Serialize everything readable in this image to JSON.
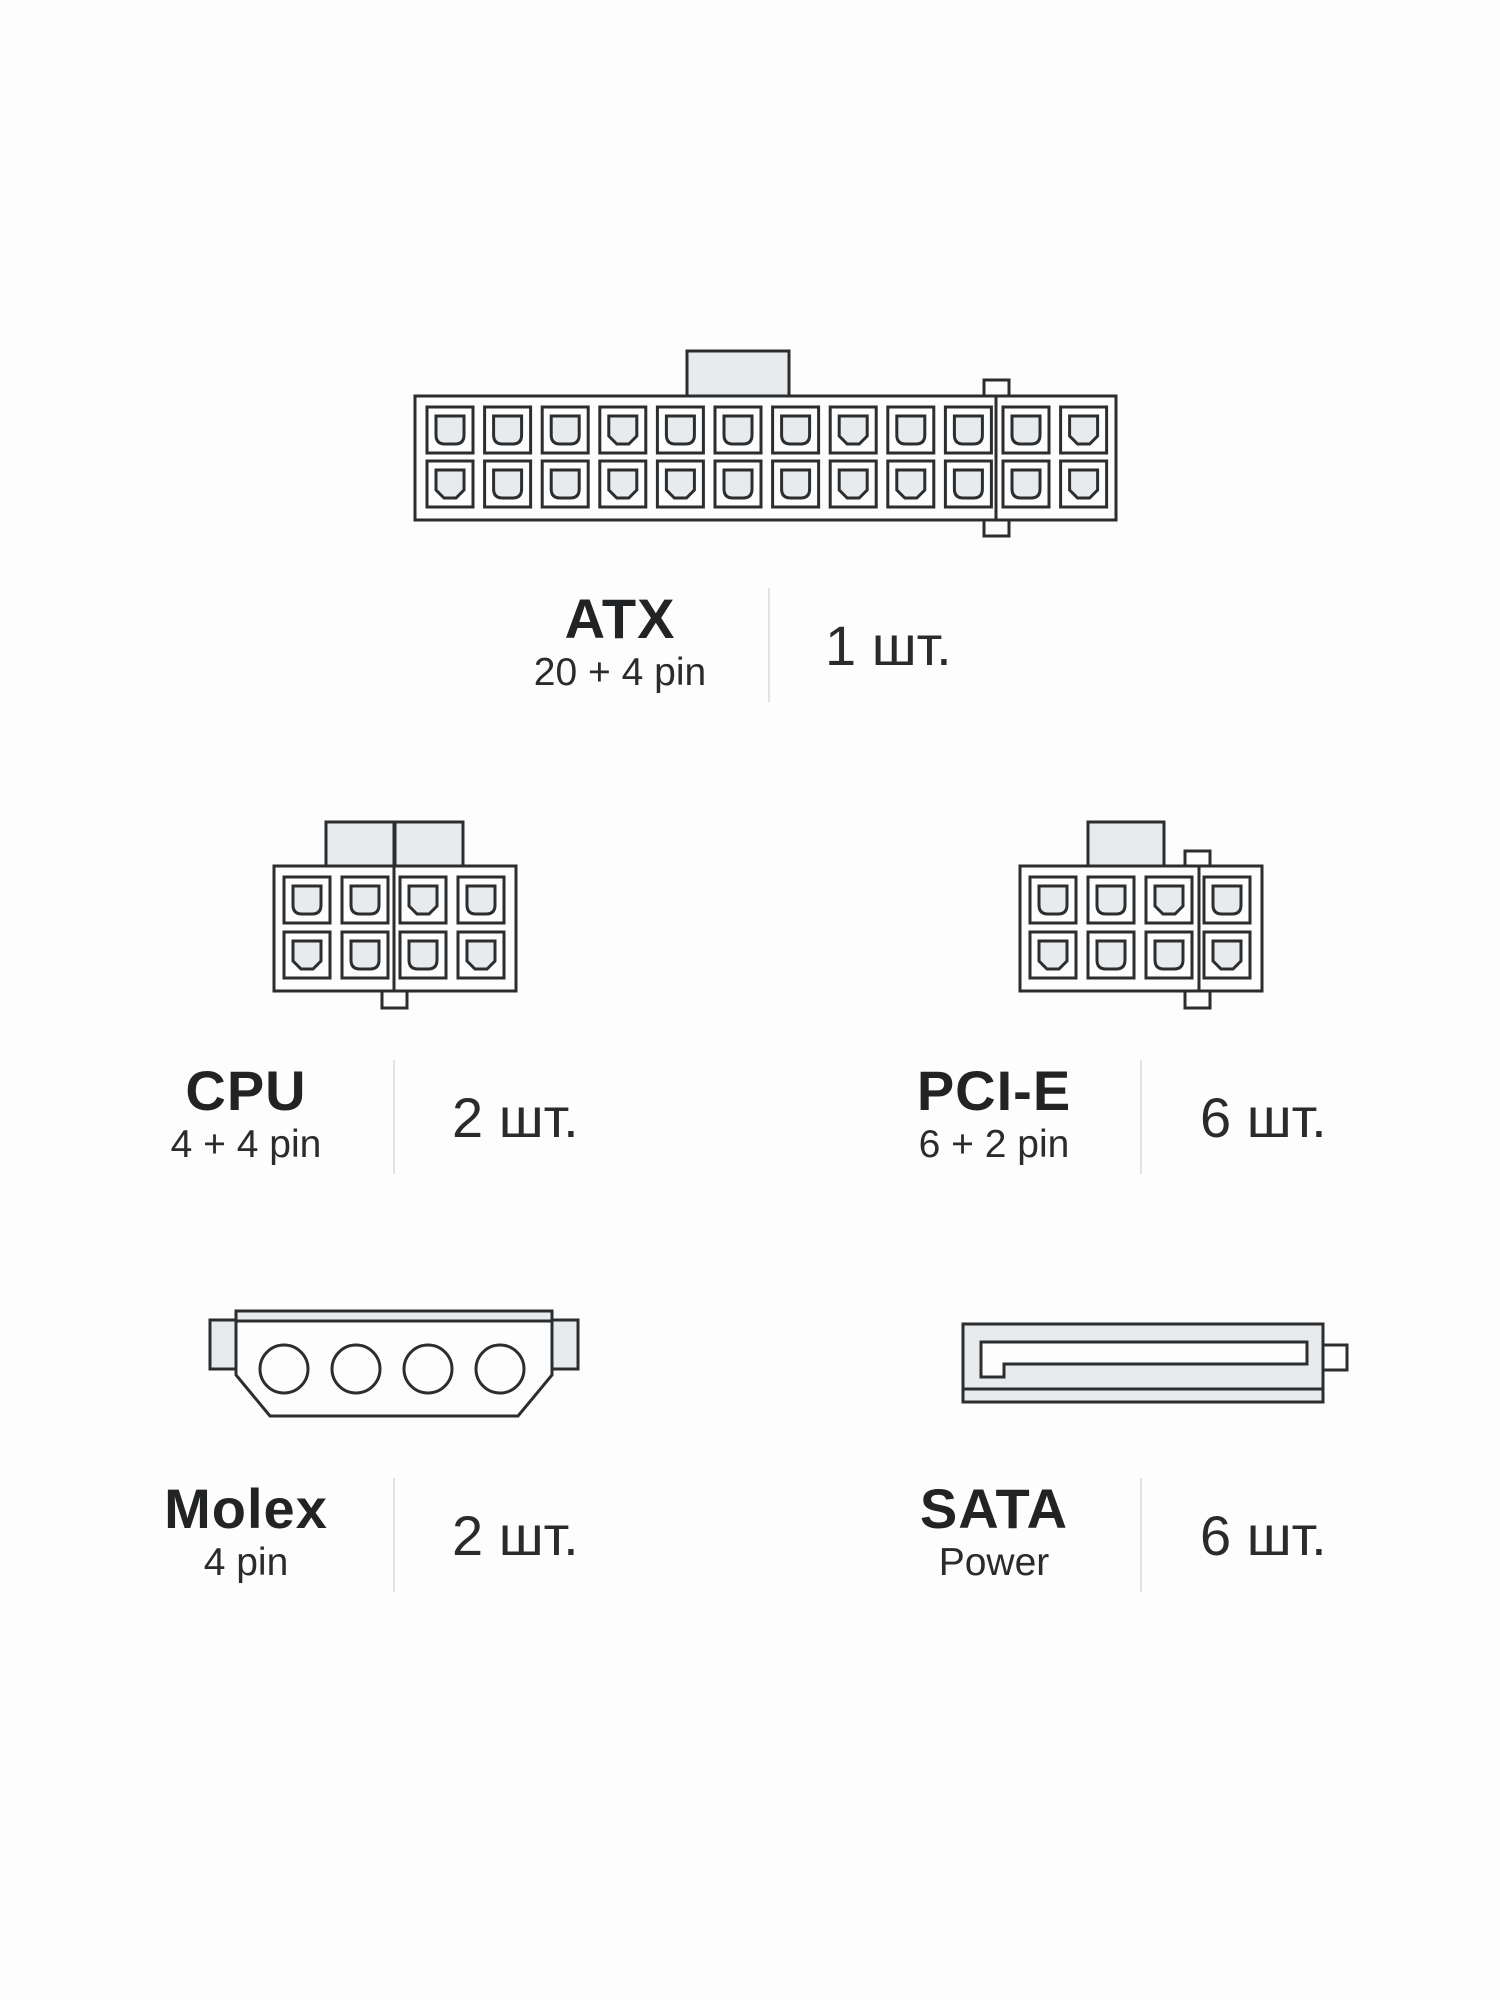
{
  "connectors": {
    "atx": {
      "name": "ATX",
      "sub": "20 + 4 pin",
      "count": "1 шт."
    },
    "cpu": {
      "name": "CPU",
      "sub": "4 + 4 pin",
      "count": "2 шт."
    },
    "pcie": {
      "name": "PCI-E",
      "sub": "6 + 2 pin",
      "count": "6 шт."
    },
    "molex": {
      "name": "Molex",
      "sub": "4 pin",
      "count": "2 шт."
    },
    "sata": {
      "name": "SATA",
      "sub": "Power",
      "count": "6 шт."
    }
  },
  "colors": {
    "outline": "#2b2d2f",
    "fill_light": "#e8ebee",
    "divider": "#dfe3e6",
    "background": "#fdfdfd"
  }
}
